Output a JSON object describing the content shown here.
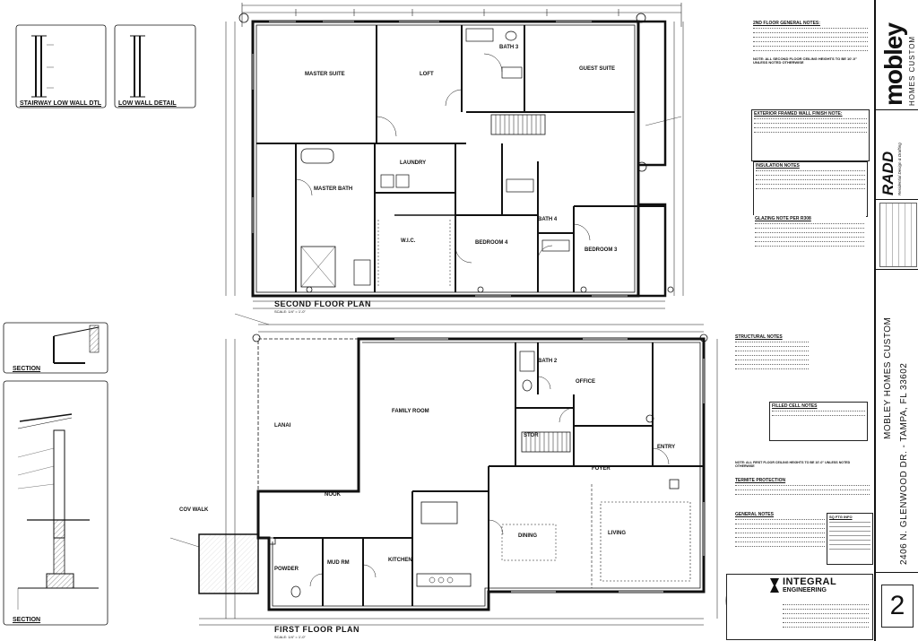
{
  "plans": {
    "second_floor": {
      "title": "SECOND FLOOR PLAN",
      "scale": "SCALE: 1/4\" = 1'-0\""
    },
    "first_floor": {
      "title": "FIRST FLOOR PLAN",
      "scale": "SCALE: 1/4\" = 1'-0\""
    }
  },
  "rooms_second": [
    {
      "name": "MASTER SUITE"
    },
    {
      "name": "LOFT"
    },
    {
      "name": "BATH 3"
    },
    {
      "name": "GUEST SUITE"
    },
    {
      "name": "LAUNDRY"
    },
    {
      "name": "MASTER BATH"
    },
    {
      "name": "W.I.C."
    },
    {
      "name": "BATH 4"
    },
    {
      "name": "BEDROOM 4"
    },
    {
      "name": "BEDROOM 3"
    }
  ],
  "rooms_first": [
    {
      "name": "LANAI"
    },
    {
      "name": "FAMILY ROOM"
    },
    {
      "name": "BATH 2"
    },
    {
      "name": "OFFICE"
    },
    {
      "name": "STOR"
    },
    {
      "name": "ENTRY"
    },
    {
      "name": "FOYER"
    },
    {
      "name": "NOOK"
    },
    {
      "name": "DINING"
    },
    {
      "name": "LIVING"
    },
    {
      "name": "KITCHEN"
    },
    {
      "name": "MUD RM"
    },
    {
      "name": "POWDER"
    },
    {
      "name": "COV WALK"
    }
  ],
  "details": {
    "stairway": "STAIRWAY LOW WALL DTL",
    "low_wall": "LOW WALL DETAIL",
    "section_small": "SECTION",
    "section_large": "SECTION"
  },
  "notes": {
    "second_general": "2ND FLOOR GENERAL NOTES:",
    "second_ceiling": "NOTE: ALL SECOND FLOOR CEILING HEIGHTS TO BE 10'-0\" UNLESS NOTED OTHERWISE",
    "exterior_finish": "EXTERIOR FRAMED WALL FINISH NOTE:",
    "insulation": "INSULATION NOTES",
    "glazing": "GLAZING NOTE PER R308",
    "structural": "STRUCTURAL NOTES",
    "first_ceiling": "NOTE: ALL FIRST FLOOR CEILING HEIGHTS TO BE 10'-0\" UNLESS NOTED OTHERWISE",
    "termite": "TERMITE PROTECTION",
    "general": "GENERAL NOTES",
    "sqft": "SQ FTG INFO",
    "filled_cell": "FILLED CELL NOTES"
  },
  "title_block": {
    "brand": "mobley",
    "brand_sub": "HOMES CUSTOM",
    "designer": "RADD",
    "designer_sub": "Residential Design & Drafting",
    "project": "MOBLEY HOMES CUSTOM",
    "address": "2406 N. GLENWOOD DR. - TAMPA, FL 33602",
    "sheet": "2"
  },
  "engineer": {
    "name": "INTEGRAL",
    "sub": "ENGINEERING"
  }
}
